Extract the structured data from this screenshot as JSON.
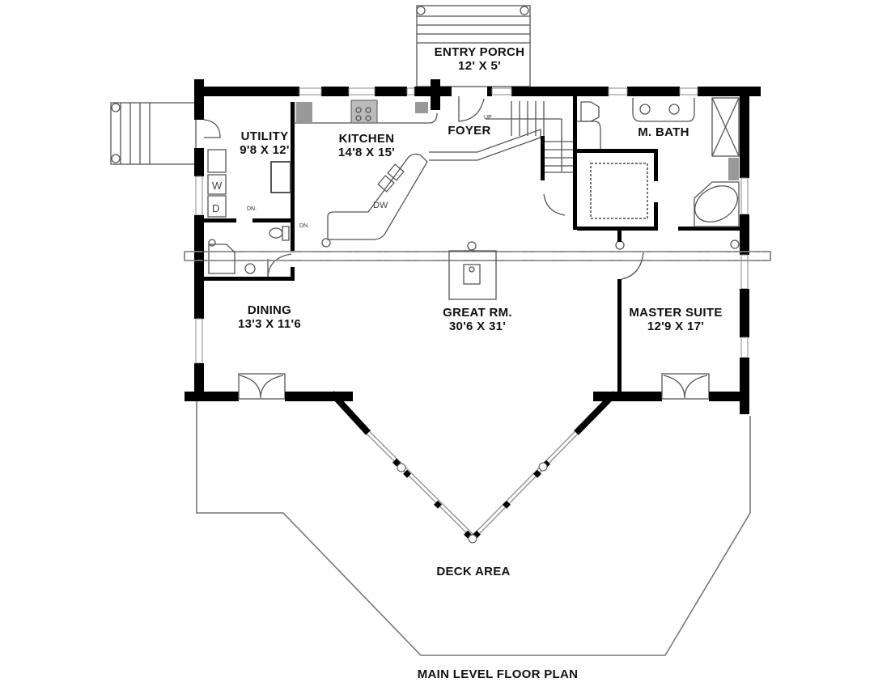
{
  "plan": {
    "title": "MAIN LEVEL FLOOR PLAN",
    "rooms": [
      {
        "id": "entry-porch",
        "name": "ENTRY PORCH",
        "size": "12' X 5'"
      },
      {
        "id": "utility",
        "name": "UTILITY",
        "size": "9'8 X 12'"
      },
      {
        "id": "kitchen",
        "name": "KITCHEN",
        "size": "14'8 X 15'"
      },
      {
        "id": "foyer",
        "name": "FOYER",
        "size": ""
      },
      {
        "id": "master-bath",
        "name": "M. BATH",
        "size": ""
      },
      {
        "id": "dining",
        "name": "DINING",
        "size": "13'3 X 11'6"
      },
      {
        "id": "great-room",
        "name": "GREAT RM.",
        "size": "30'6 X 31'"
      },
      {
        "id": "master-suite",
        "name": "MASTER SUITE",
        "size": "12'9 X 17'"
      },
      {
        "id": "deck",
        "name": "DECK AREA",
        "size": ""
      }
    ],
    "annotations": {
      "washer": "W",
      "dryer": "D",
      "dishwasher": "DW",
      "down_1": "DN.",
      "down_2": "DN.",
      "up": "UP"
    }
  }
}
